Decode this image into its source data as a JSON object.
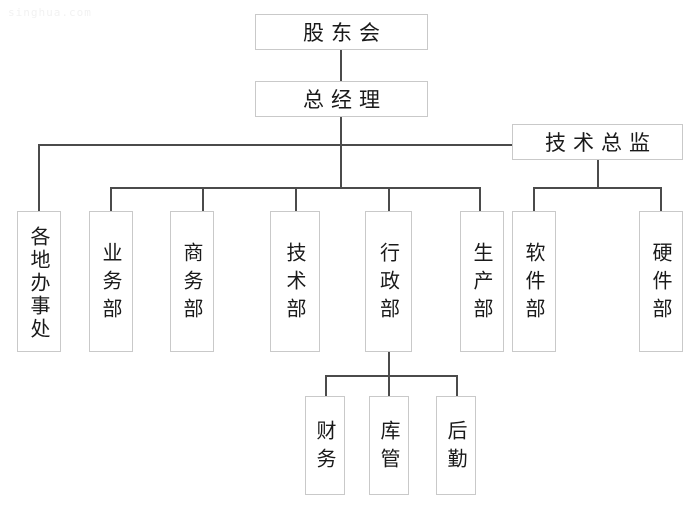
{
  "meta": {
    "watermark": "singhua.com",
    "title": "组织架构图"
  },
  "chart_data": {
    "type": "diagram",
    "subtype": "org-chart",
    "title": "",
    "orientation": "top-down",
    "nodes": [
      {
        "id": "shareholders",
        "label": "股东会",
        "level": 0,
        "orient": "horizontal"
      },
      {
        "id": "general-manager",
        "label": "总经理",
        "level": 1,
        "orient": "horizontal"
      },
      {
        "id": "tech-director",
        "label": "技术总监",
        "level": 2,
        "orient": "horizontal"
      },
      {
        "id": "branch-offices",
        "label": "各地办事处",
        "level": 3,
        "orient": "vertical"
      },
      {
        "id": "business-dept",
        "label": "业务部",
        "level": 3,
        "orient": "vertical"
      },
      {
        "id": "commerce-dept",
        "label": "商务部",
        "level": 3,
        "orient": "vertical"
      },
      {
        "id": "technology-dept",
        "label": "技术部",
        "level": 3,
        "orient": "vertical"
      },
      {
        "id": "admin-dept",
        "label": "行政部",
        "level": 3,
        "orient": "vertical"
      },
      {
        "id": "production-dept",
        "label": "生产部",
        "level": 3,
        "orient": "vertical"
      },
      {
        "id": "software-dept",
        "label": "软件部",
        "level": 3,
        "orient": "vertical"
      },
      {
        "id": "hardware-dept",
        "label": "硬件部",
        "level": 3,
        "orient": "vertical"
      },
      {
        "id": "finance",
        "label": "财务",
        "level": 4,
        "orient": "vertical"
      },
      {
        "id": "warehouse",
        "label": "库管",
        "level": 4,
        "orient": "vertical"
      },
      {
        "id": "logistics",
        "label": "后勤",
        "level": 4,
        "orient": "vertical"
      }
    ],
    "edges": [
      {
        "from": "shareholders",
        "to": "general-manager"
      },
      {
        "from": "general-manager",
        "to": "tech-director"
      },
      {
        "from": "general-manager",
        "to": "branch-offices"
      },
      {
        "from": "general-manager",
        "to": "business-dept"
      },
      {
        "from": "general-manager",
        "to": "commerce-dept"
      },
      {
        "from": "general-manager",
        "to": "technology-dept"
      },
      {
        "from": "general-manager",
        "to": "admin-dept"
      },
      {
        "from": "general-manager",
        "to": "production-dept"
      },
      {
        "from": "tech-director",
        "to": "software-dept"
      },
      {
        "from": "tech-director",
        "to": "hardware-dept"
      },
      {
        "from": "admin-dept",
        "to": "finance"
      },
      {
        "from": "admin-dept",
        "to": "warehouse"
      },
      {
        "from": "admin-dept",
        "to": "logistics"
      }
    ],
    "colors": {
      "box_border": "#c9c9c9",
      "box_fill": "#ffffff",
      "line": "#4b4b4b",
      "text": "#1a1a1a",
      "background": "#ffffff"
    }
  }
}
